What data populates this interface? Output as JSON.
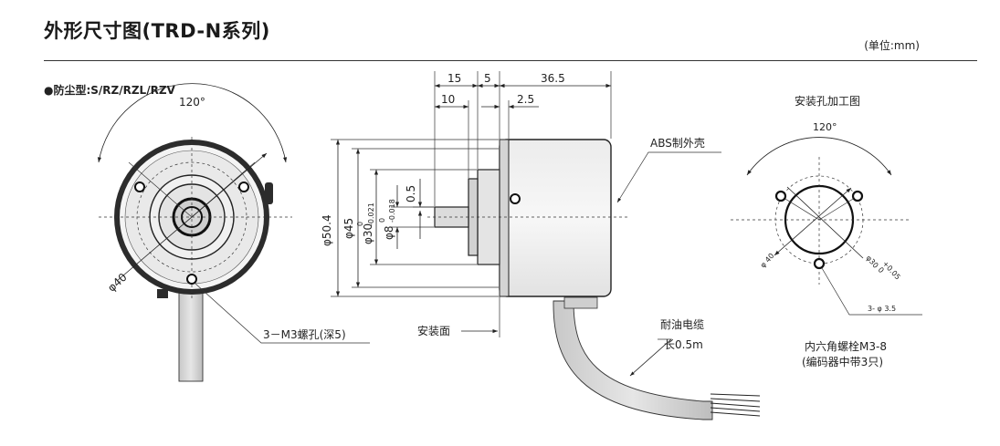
{
  "header": {
    "title": "外形尺寸图(TRD-N系列)",
    "unit": "(单位:mm)"
  },
  "front_view": {
    "label": "●防尘型:S/RZ/RZL/RZV",
    "angle": "120°",
    "diameter": "φ40",
    "holes_note": "3－M3螺孔(深5)"
  },
  "side_view": {
    "dim_15": "15",
    "dim_5": "5",
    "dim_36_5": "36.5",
    "dim_10": "10",
    "dim_2_5": "2.5",
    "dim_0_5": "0.5",
    "dia_50_4": "φ50.4",
    "dia_45": "φ45",
    "dia_30": "φ30",
    "dia_30_tol_upper": "0",
    "dia_30_tol_lower": "-0.021",
    "dia_8": "φ8",
    "dia_8_tol_upper": "0",
    "dia_8_tol_lower": "-0.018",
    "case_note": "ABS制外壳",
    "mount_face": "安装面",
    "cable_note_1": "耐油电缆",
    "cable_note_2": "长0.5m"
  },
  "hole_view": {
    "title": "安装孔加工图",
    "angle": "120°",
    "dia_40": "φ 40",
    "dia_30": "φ30",
    "dia_30_tol_upper": "+0.05",
    "dia_30_tol_lower": "0",
    "holes_note": "3- φ 3.5",
    "bolt_note_1": "内六角螺栓M3-8",
    "bolt_note_2": "(编码器中带3只)"
  }
}
